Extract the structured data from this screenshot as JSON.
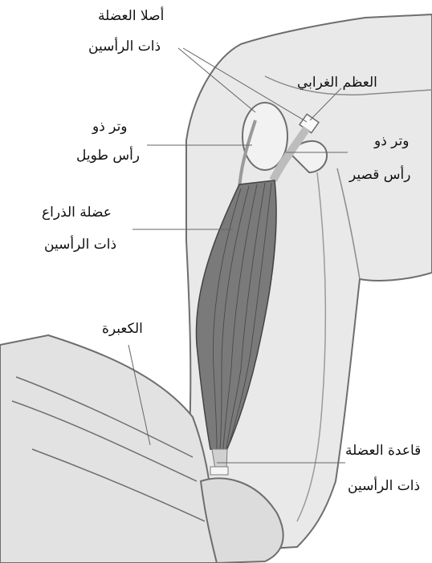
{
  "colors": {
    "background": "#ffffff",
    "skin_fill": "#e9e9e9",
    "outline": "#6e6e6e",
    "muscle": "#555555",
    "tendon": "#bdbdbd",
    "leader_line": "#666666",
    "text": "#111111"
  },
  "labels": {
    "origins_line1": "أصلا العضلة",
    "origins_line2": "ذات الرأسين",
    "scapula": "العظم الغرابي",
    "long_head_line1": "وتر ذو",
    "long_head_line2": "رأس طويل",
    "short_head_line1": "وتر ذو",
    "short_head_line2": "رأس قصير",
    "biceps_line1": "عضلة الذراع",
    "biceps_line2": "ذات الرأسين",
    "radius": "الكعبرة",
    "insertion_line1": "قاعدة العضلة",
    "insertion_line2": "ذات الرأسين"
  }
}
